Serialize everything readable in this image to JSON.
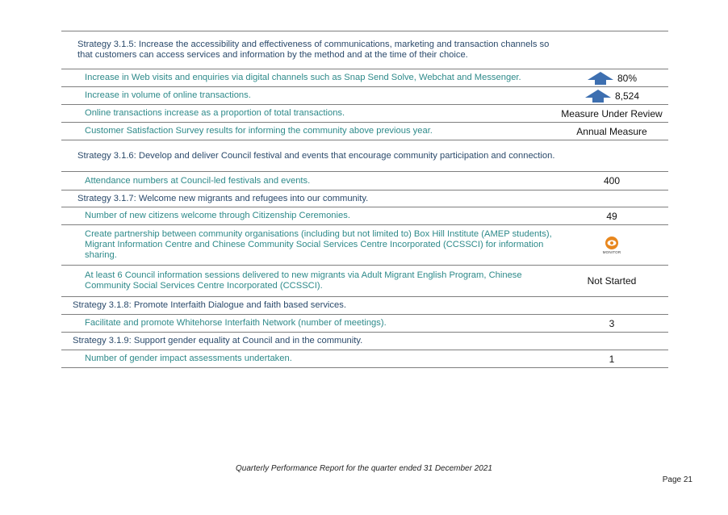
{
  "rows": [
    {
      "kind": "strategy",
      "text": "Strategy 3.1.5: Increase the accessibility and effectiveness of communications, marketing and transaction channels so that customers can access services and information by the method and at the time of their choice.",
      "value": ""
    },
    {
      "kind": "measure",
      "text": "Increase in Web visits and enquiries via digital channels such as Snap Send Solve, Webchat and Messenger.",
      "value": "80%",
      "icon": "up-arrow-icon"
    },
    {
      "kind": "measure",
      "text": "Increase in volume of online transactions.",
      "value": "8,524",
      "icon": "up-arrow-icon"
    },
    {
      "kind": "measure",
      "text": "Online transactions increase as a proportion of total transactions.",
      "value": "Measure Under Review"
    },
    {
      "kind": "measure",
      "text": "Customer Satisfaction Survey results for informing the community above previous year.",
      "value": "Annual Measure"
    },
    {
      "kind": "strategy",
      "text": "Strategy 3.1.6: Develop and deliver Council festival and events that encourage community participation and connection.",
      "value": ""
    },
    {
      "kind": "measure",
      "text": "Attendance numbers at Council-led festivals and events.",
      "value": "400"
    },
    {
      "kind": "strategy",
      "text": "Strategy 3.1.7: Welcome new migrants and refugees into our community.",
      "value": ""
    },
    {
      "kind": "measure",
      "text": "Number of new citizens welcome through Citizenship Ceremonies.",
      "value": "49"
    },
    {
      "kind": "measure",
      "text": "Create partnership between community organisations (including but not limited to) Box Hill Institute (AMEP students), Migrant Information Centre and Chinese Community Social Services Centre Incorporated (CCSSCI) for information sharing.",
      "value": "",
      "icon": "monitor-icon",
      "icon_label": "MONITOR"
    },
    {
      "kind": "measure",
      "text": "At least 6 Council information sessions delivered to new migrants via Adult Migrant English Program, Chinese Community Social Services Centre Incorporated (CCSSCI).",
      "value": "Not Started"
    },
    {
      "kind": "strategy-outer",
      "text": "Strategy 3.1.8: Promote Interfaith Dialogue and faith based services.",
      "value": ""
    },
    {
      "kind": "measure",
      "text": "Facilitate and promote Whitehorse Interfaith Network (number of meetings).",
      "value": "3"
    },
    {
      "kind": "strategy-outer",
      "text": "Strategy 3.1.9: Support gender equality at Council and in the community.",
      "value": ""
    },
    {
      "kind": "measure",
      "text": "Number of gender impact assessments undertaken.",
      "value": "1"
    }
  ],
  "footer": {
    "report_title": "Quarterly Performance Report for the quarter ended 31 December 2021",
    "page_label": "Page 21"
  },
  "colors": {
    "strategy": "#2b4a6b",
    "measure": "#2e8a8a",
    "arrow": "#3d6fb0",
    "monitor": "#e8871e"
  }
}
